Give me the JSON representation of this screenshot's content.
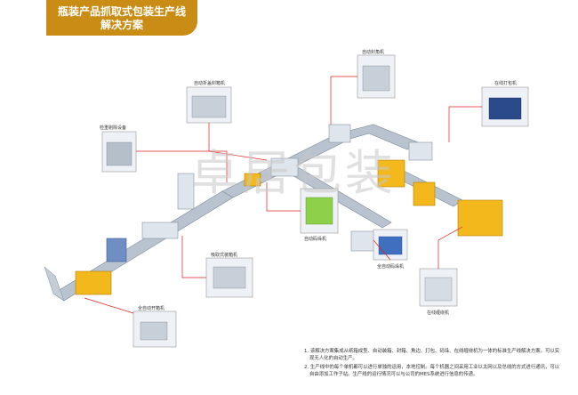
{
  "title": {
    "line1": "瓶装产品抓取式包装生产线",
    "line2": "解决方案"
  },
  "watermark": "卓居包装",
  "machines": [
    {
      "id": "case-erector",
      "label": "全自动开箱机"
    },
    {
      "id": "drop-packer",
      "label": "吸取式装箱机"
    },
    {
      "id": "conveyor",
      "label": "检重剔除设备"
    },
    {
      "id": "sealer",
      "label": "自动折盖封箱机"
    },
    {
      "id": "corner",
      "label": "自动封角机"
    },
    {
      "id": "strapper",
      "label": "在线打包机"
    },
    {
      "id": "palletizer",
      "label": "自动码垛机"
    },
    {
      "id": "pallet-feeder",
      "label": "全自动码垛机"
    },
    {
      "id": "wrapper",
      "label": "在线缠绕机"
    }
  ],
  "notes": [
    "1. 该解决方案集成从纸箱成型、自动装箱、封箱、角边、打包、码垛、在线缠绕机为一体的标准生产线解决方案。可以实",
    "现无人化的自动生产。",
    "2. 生产线中的每个单机都可以进行单独的运用，本地控制。每个机器之间采用工业以太网以及总线的方式进行通讯，可以",
    "自由添加工作子站。生产线的运行情况可以与公司的MES系统进行信息的传递。"
  ],
  "colors": {
    "banner": "#c98c14",
    "callout": "#e02020",
    "crate": "#f2b81c",
    "conveyor": "#9aa7b5",
    "machine": "#6f8fc4"
  }
}
